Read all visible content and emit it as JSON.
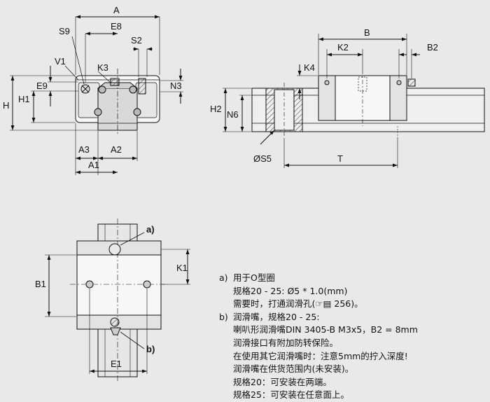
{
  "labels": {
    "A": "A",
    "E8": "E8",
    "S9": "S9",
    "S2": "S2",
    "V1": "V1",
    "K3": "K3",
    "E9": "E9",
    "N3": "N3",
    "H": "H",
    "H1": "H1",
    "A3": "A3",
    "A2": "A2",
    "A1": "A1",
    "B": "B",
    "K2": "K2",
    "B2": "B2",
    "K4": "K4",
    "H2": "H2",
    "N6": "N6",
    "S5": "ØS5",
    "T": "T",
    "K1": "K1",
    "B1": "B1",
    "E1": "E1",
    "callout_a": "a)",
    "callout_b": "b)"
  },
  "notes": {
    "a_key": "a)",
    "a_lines": [
      "用于O型圈",
      "规格20 - 25: Ø5 * 1.0(mm)",
      "需要时，打通润滑孔(☞▤ 256)。"
    ],
    "b_key": "b)",
    "b_lines": [
      "润滑嘴，规格20 - 25:",
      "喇叭形润滑嘴DIN 3405-B M3x5，B2 = 8mm",
      "润滑接口有附加防转保险。",
      "在使用其它润滑嘴时：注意5mm的拧入深度!",
      "润滑嘴在供货范围内(未安装)。",
      "规格20：可安装在两端。",
      "规格25：可安装在任意面上。"
    ]
  },
  "colors": {
    "background": "#e9e9e9",
    "line": "#111111",
    "body_fill": "#f7f7f7",
    "shade": "#bdbdbd"
  }
}
